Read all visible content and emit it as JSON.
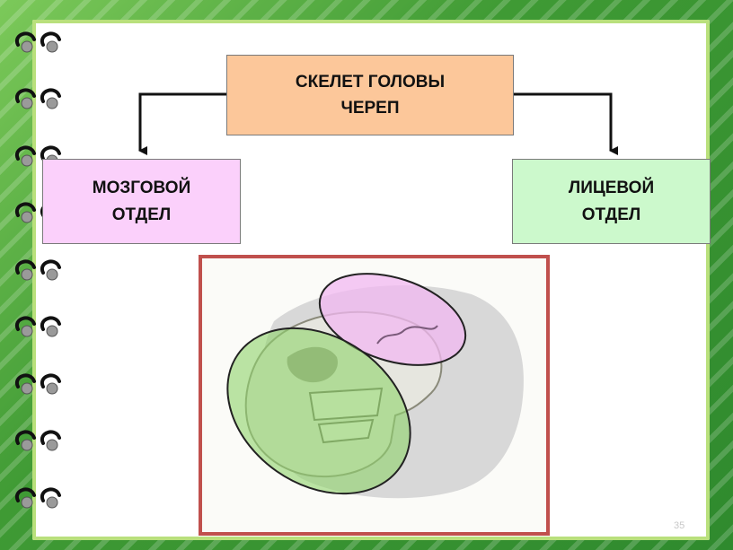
{
  "diagram": {
    "top_box": "СКЕЛЕТ ГОЛОВЫ\nЧЕРЕП",
    "left_box": "МОЗГОВОЙ\nОТДЕЛ",
    "right_box": "ЛИЦЕВОЙ\nОТДЕЛ"
  },
  "colors": {
    "top_box": "#fcc79a",
    "left_box": "#fbd0fb",
    "right_box": "#ccf9cc",
    "frame": "#c0504d",
    "background": "#4aa83a"
  },
  "image": {
    "icon": "skull-illustration-icon"
  },
  "slide_number": "35"
}
